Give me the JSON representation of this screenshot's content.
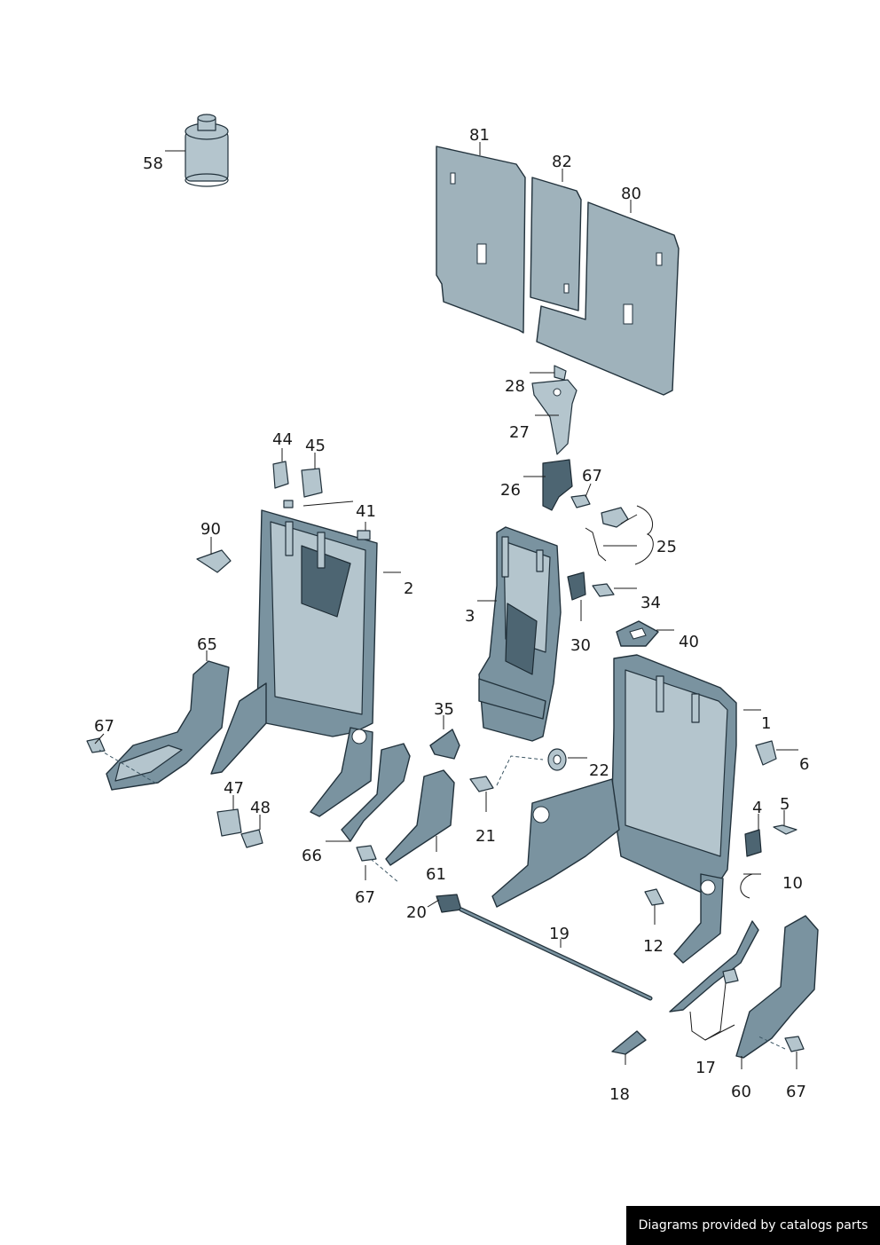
{
  "callouts": {
    "c1": "1",
    "c2": "2",
    "c3": "3",
    "c4": "4",
    "c5": "5",
    "c6": "6",
    "c10": "10",
    "c12": "12",
    "c17": "17",
    "c18": "18",
    "c19": "19",
    "c20": "20",
    "c21": "21",
    "c22": "22",
    "c25": "25",
    "c26": "26",
    "c27": "27",
    "c28": "28",
    "c30": "30",
    "c34": "34",
    "c35": "35",
    "c40": "40",
    "c41": "41",
    "c44": "44",
    "c45": "45",
    "c47": "47",
    "c48": "48",
    "c58": "58",
    "c60": "60",
    "c61": "61",
    "c65": "65",
    "c66": "66",
    "c67a": "67",
    "c67b": "67",
    "c67c": "67",
    "c67d": "67",
    "c80": "80",
    "c81": "81",
    "c82": "82",
    "c90": "90"
  },
  "footer": {
    "credit": "Diagrams provided by catalogs parts"
  },
  "colors": {
    "part_fill": "#7a93a0",
    "outline": "#22323c",
    "credit_bg": "#000000",
    "credit_text": "#ffffff"
  }
}
